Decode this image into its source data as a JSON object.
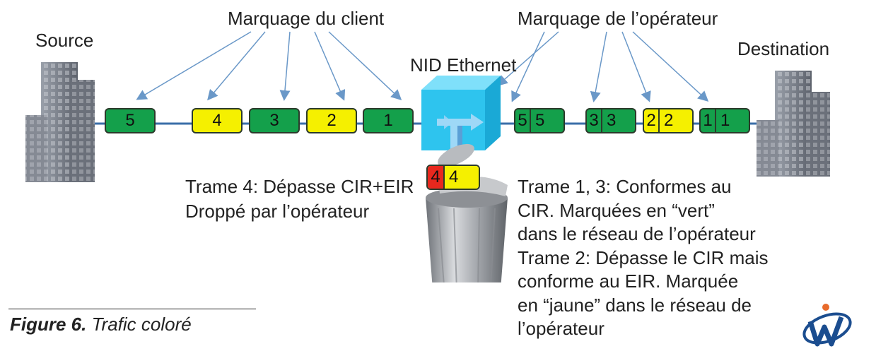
{
  "labels": {
    "source": "Source",
    "destination": "Destination",
    "nid": "NID Ethernet",
    "client_marking": "Marquage du client",
    "operator_marking": "Marquage de l’opérateur"
  },
  "client_frames": [
    {
      "label": "5",
      "color": "green"
    },
    {
      "label": "4",
      "color": "yellow"
    },
    {
      "label": "3",
      "color": "green"
    },
    {
      "label": "2",
      "color": "yellow"
    },
    {
      "label": "1",
      "color": "green"
    }
  ],
  "operator_frames": [
    {
      "label": "5",
      "color": "green"
    },
    {
      "label": "3",
      "color": "green"
    },
    {
      "label": "2",
      "color": "yellow"
    },
    {
      "label": "1",
      "color": "green"
    }
  ],
  "dropped_frame": {
    "label": "4",
    "color": "yellow",
    "tag_color": "red"
  },
  "notes": {
    "frame4_line1": "Trame 4: Dépasse CIR+EIR",
    "frame4_line2": "Droppé par l’opérateur",
    "right_lines": [
      "Trame 1, 3: Conformes au",
      "CIR. Marquées en “vert”",
      "dans le réseau de l’opérateur",
      "Trame 2: Dépasse le CIR mais",
      "conforme au EIR. Marquée",
      "en “jaune” dans le réseau de",
      "l’opérateur"
    ]
  },
  "caption": {
    "bold": "Figure 6.",
    "text": " Trafic coloré"
  },
  "colors": {
    "green": "#14a04b",
    "yellow": "#f5f000",
    "red": "#e8281e",
    "link": "#3a6ea8",
    "arrow": "#6a98c8",
    "nid": "#2ec4ee",
    "building": "#6f7480"
  }
}
